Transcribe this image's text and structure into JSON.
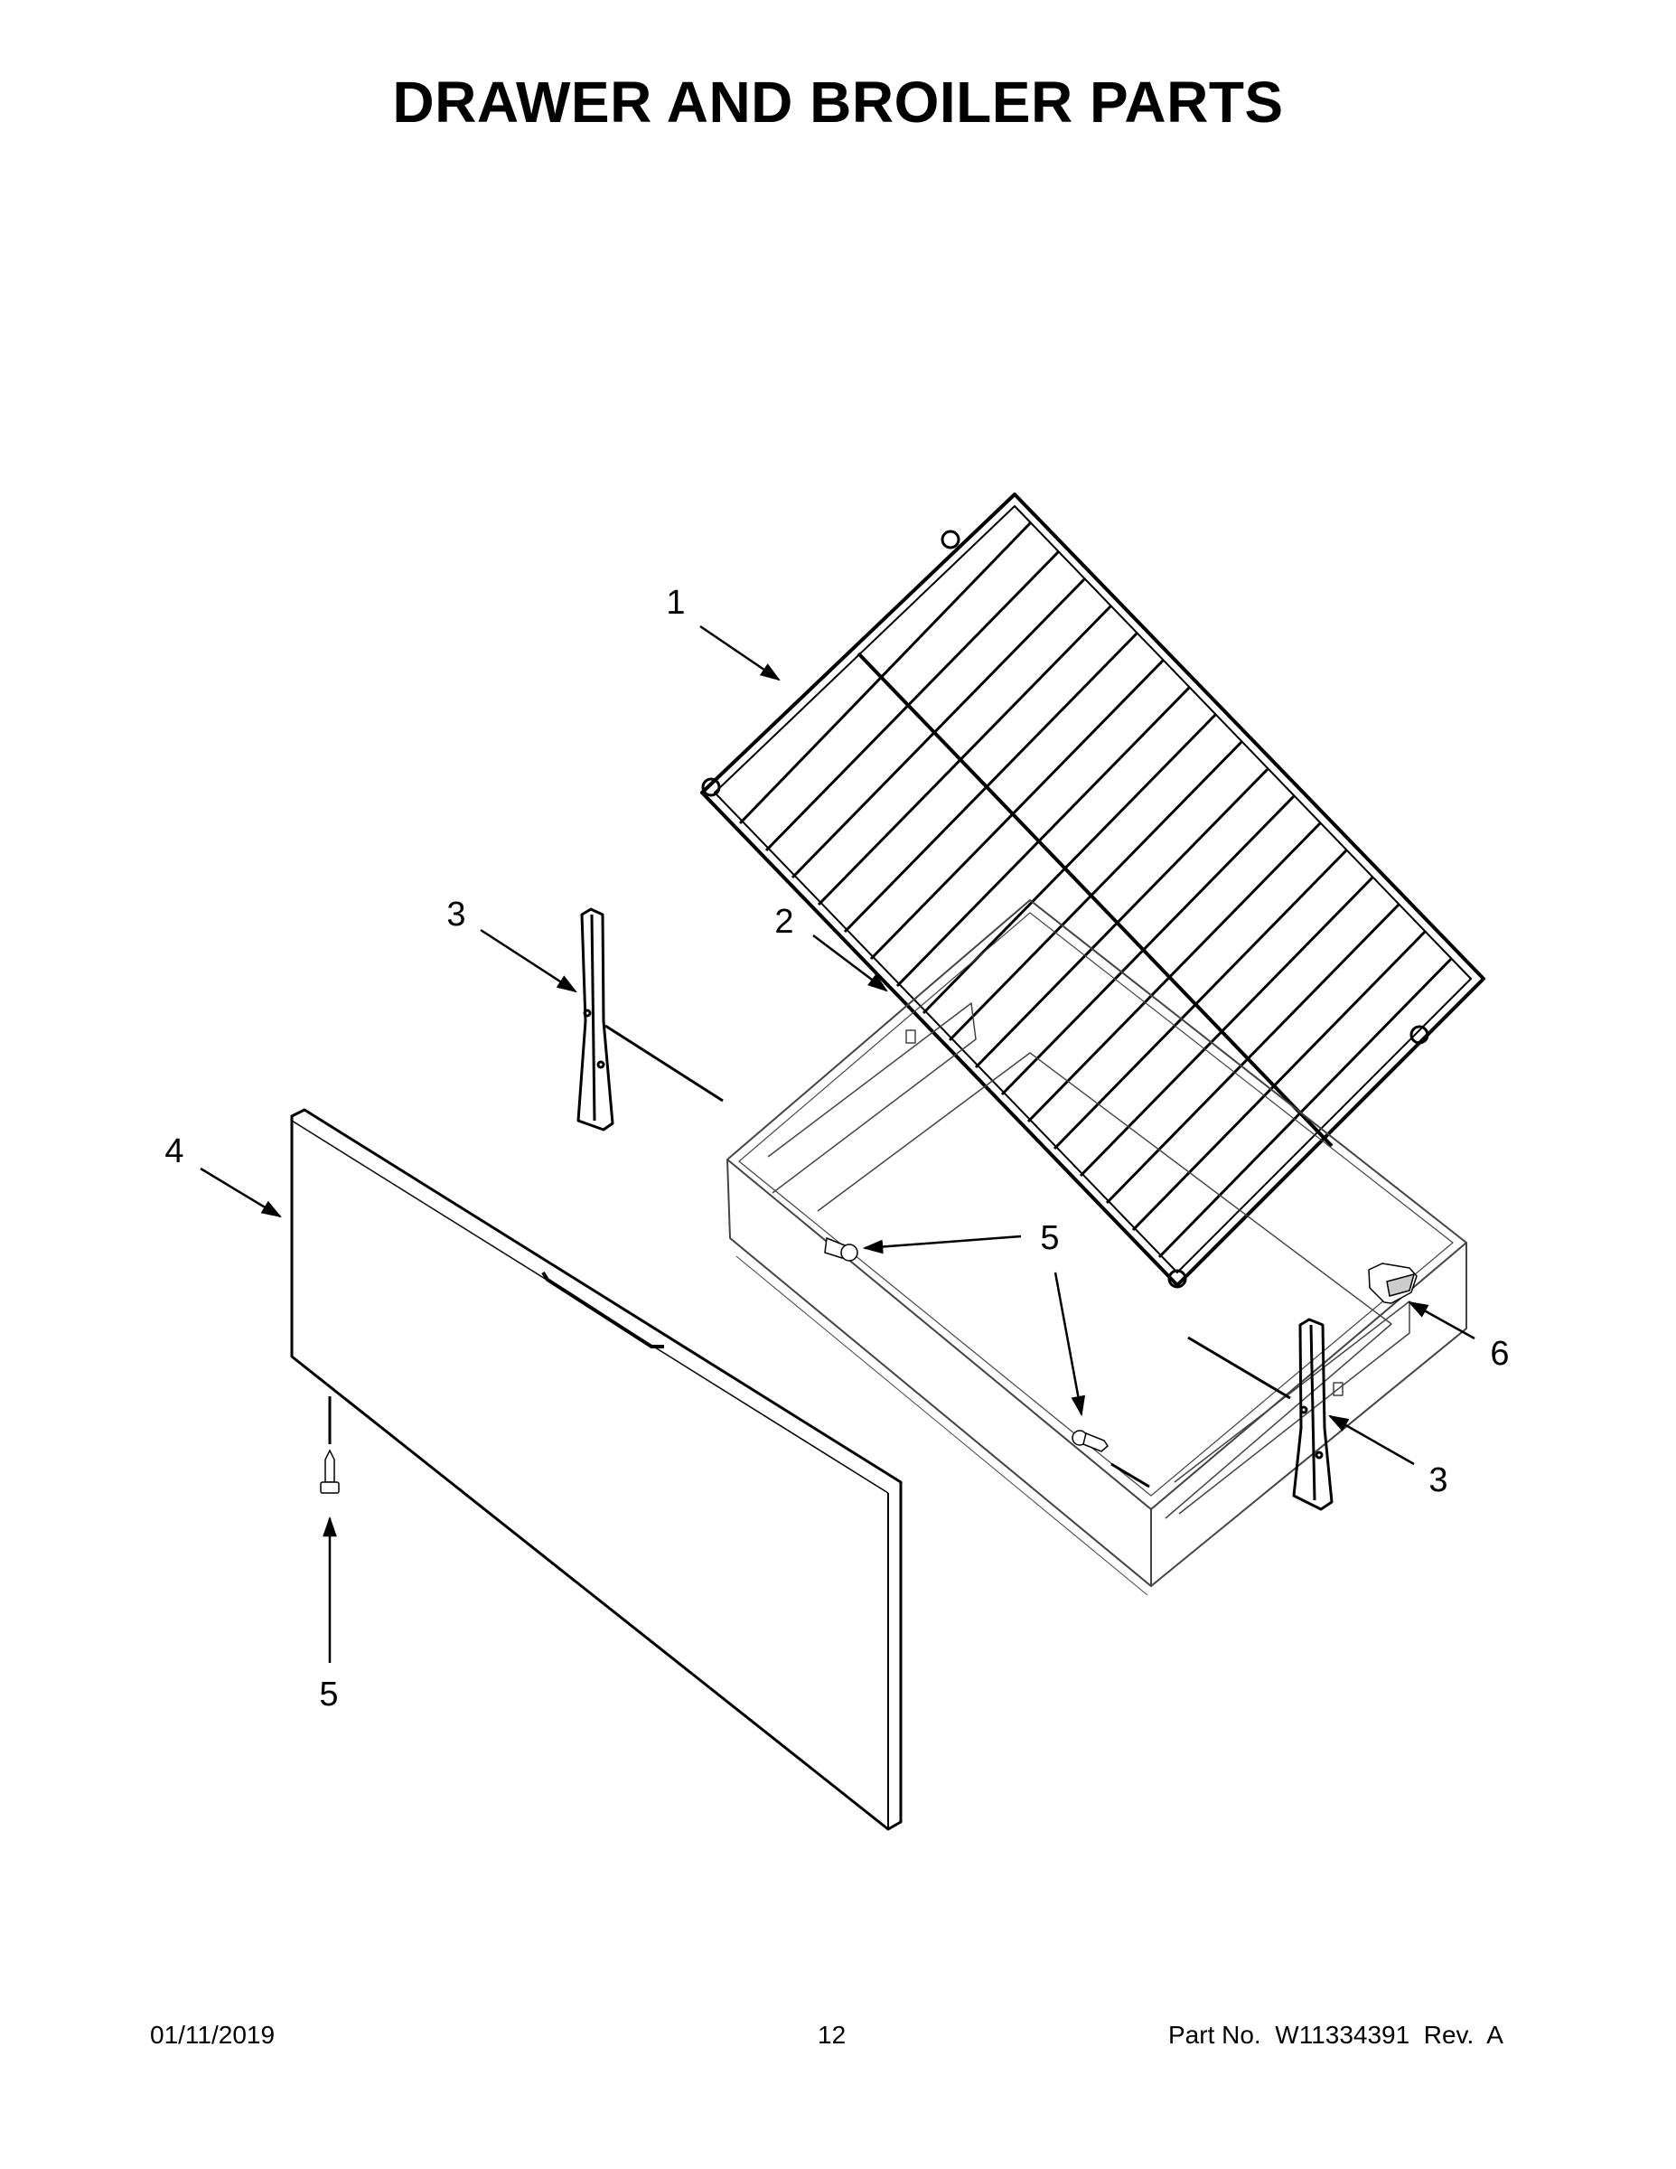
{
  "page": {
    "title": "DRAWER AND BROILER PARTS"
  },
  "callouts": [
    {
      "id": "1",
      "part": "broiler-rack",
      "label": "1"
    },
    {
      "id": "2",
      "part": "drawer-body",
      "label": "2"
    },
    {
      "id": "3a",
      "part": "drawer-glide-left",
      "label": "3"
    },
    {
      "id": "3b",
      "part": "drawer-glide-right",
      "label": "3"
    },
    {
      "id": "4",
      "part": "drawer-front-panel",
      "label": "4"
    },
    {
      "id": "5a",
      "part": "screw-front-panel",
      "label": "5"
    },
    {
      "id": "5b",
      "part": "screw-drawer-side",
      "label": "5"
    },
    {
      "id": "6",
      "part": "drawer-clip",
      "label": "6"
    }
  ],
  "footer": {
    "date": "01/11/2019",
    "page_number": "12",
    "part_number": "Part No.  W11334391  Rev.  A"
  },
  "colors": {
    "line": "#000000",
    "light_line": "#555555",
    "background": "#ffffff"
  }
}
